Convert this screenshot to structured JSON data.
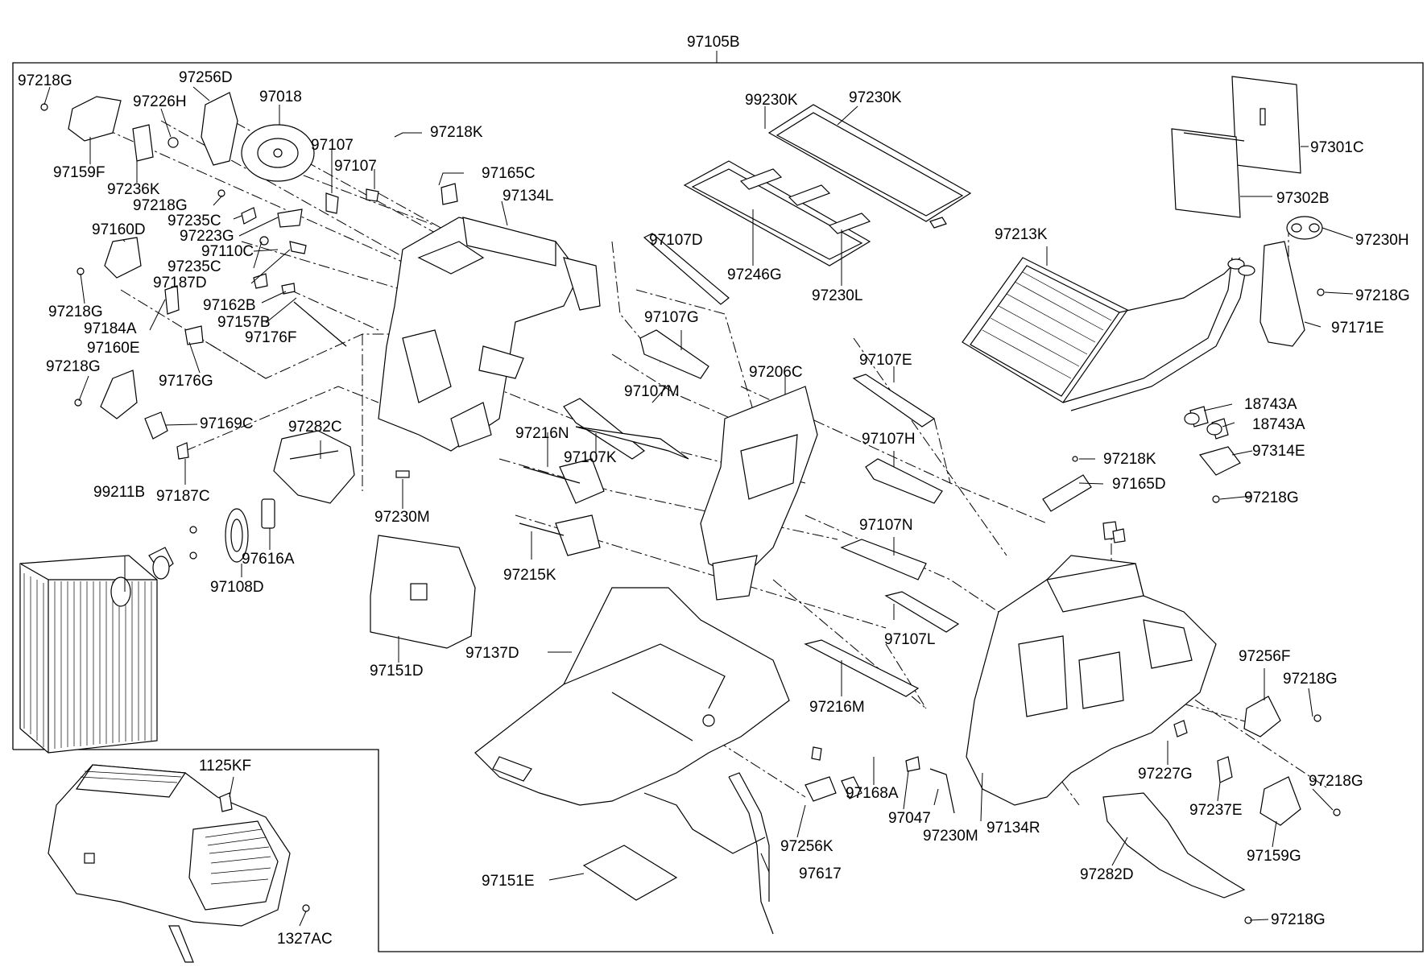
{
  "diagram": {
    "assembly_label": "97105B",
    "part_labels": [
      "97218G",
      "97256D",
      "97018",
      "97226H",
      "97159F",
      "97236K",
      "97107",
      "97107",
      "97218K",
      "97165C",
      "97134L",
      "97218G",
      "97235C",
      "97223G",
      "97110C",
      "97160D",
      "97235C",
      "97187D",
      "97218G",
      "97162B",
      "97157B",
      "97184A",
      "97176F",
      "97160E",
      "97176G",
      "97218G",
      "97169C",
      "97282C",
      "99211B",
      "97187C",
      "97230M",
      "97616A",
      "97108D",
      "97151D",
      "99230K",
      "97230K",
      "97246G",
      "97230L",
      "97107D",
      "97107G",
      "97107M",
      "97107K",
      "97216N",
      "97215K",
      "97206C",
      "97107E",
      "97107H",
      "97107N",
      "97107L",
      "97137D",
      "97216M",
      "97301C",
      "97302B",
      "97230H",
      "97213K",
      "97218G",
      "97171E",
      "18743A",
      "18743A",
      "97314E",
      "97218G",
      "97218K",
      "97165D",
      "97256F",
      "97218G",
      "97227G",
      "97237E",
      "97218G",
      "97159G",
      "97168A",
      "97047",
      "97230M",
      "97134R",
      "97282D",
      "97218G",
      "97256K",
      "97617",
      "97151E",
      "1125KF",
      "1327AC"
    ]
  }
}
